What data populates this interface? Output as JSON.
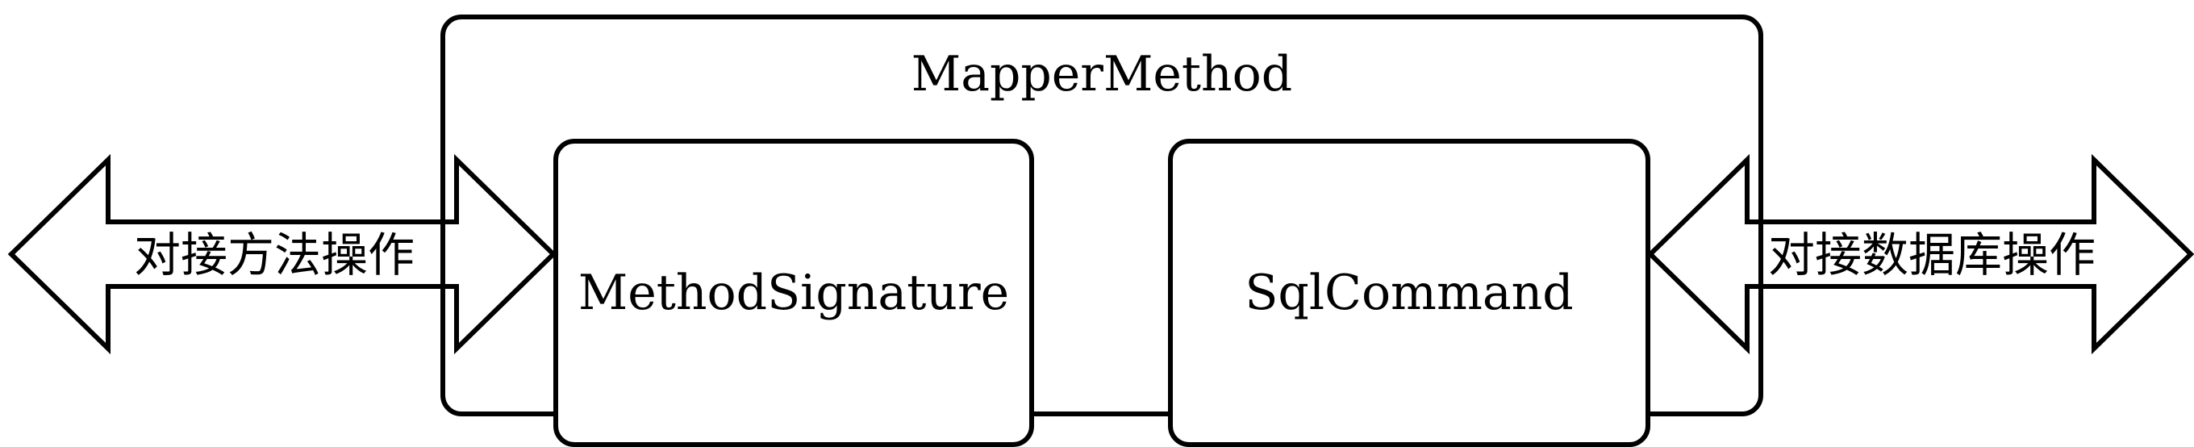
{
  "diagram": {
    "container": {
      "title": "MapperMethod"
    },
    "components": [
      {
        "label": "MethodSignature"
      },
      {
        "label": "SqlCommand"
      }
    ],
    "arrows": [
      {
        "label": "对接方法操作",
        "direction": "bidirectional"
      },
      {
        "label": "对接数据库操作",
        "direction": "bidirectional"
      }
    ],
    "colors": {
      "stroke": "#000000",
      "fill": "#ffffff"
    }
  }
}
